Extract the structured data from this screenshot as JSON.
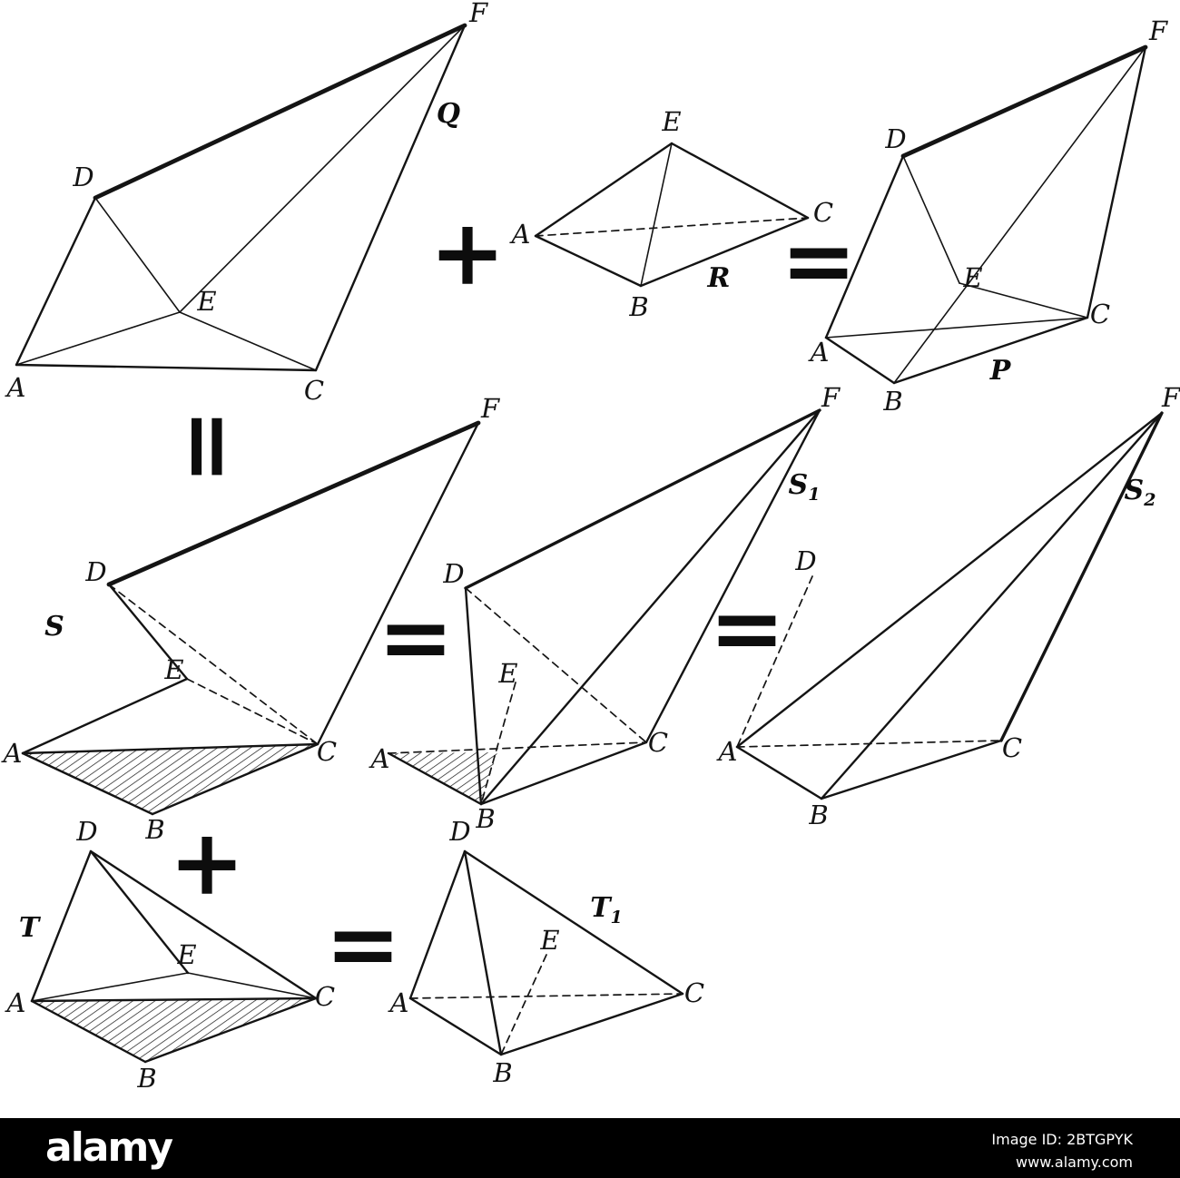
{
  "figures": {
    "q": {
      "label": "Q",
      "f": "F",
      "d": "D",
      "e": "E",
      "a": "A",
      "c": "C"
    },
    "r": {
      "label": "R",
      "e": "E",
      "a": "A",
      "b": "B",
      "c": "C"
    },
    "p": {
      "label": "P",
      "f": "F",
      "d": "D",
      "e": "E",
      "a": "A",
      "b": "B",
      "c": "C"
    },
    "s": {
      "label": "S",
      "f": "F",
      "d": "D",
      "e": "E",
      "a": "A",
      "b": "B",
      "c": "C"
    },
    "s1": {
      "label_base": "S",
      "label_sub": "1",
      "f": "F",
      "d": "D",
      "e": "E",
      "a": "A",
      "b": "B",
      "c": "C"
    },
    "s2": {
      "label_base": "S",
      "label_sub": "2",
      "f": "F",
      "d": "D",
      "a": "A",
      "b": "B",
      "c": "C"
    },
    "t": {
      "label": "T",
      "d": "D",
      "e": "E",
      "a": "A",
      "b": "B",
      "c": "C"
    },
    "t1": {
      "label_base": "T",
      "label_sub": "1",
      "d": "D",
      "e": "E",
      "a": "A",
      "b": "B",
      "c": "C"
    }
  },
  "operators": {
    "plus": "+",
    "equals": "="
  },
  "watermark": {
    "brand": "alamy",
    "image_id": "Image ID: 2BTGPYK",
    "url": "www.alamy.com"
  },
  "colors": {
    "ink": "#141414",
    "bar": "#000000",
    "background": "#ffffff",
    "watermark_text": "#ffffff"
  }
}
